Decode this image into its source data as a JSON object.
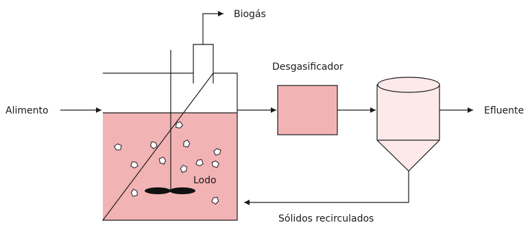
{
  "labels": {
    "feed": "Alimento",
    "biogas": "Biogás",
    "degasser": "Desgasificador",
    "effluent": "Efluente",
    "sludge": "Lodo",
    "recycle": "Sólidos recirculados"
  },
  "colors": {
    "liquid": "#f2b3b5",
    "clarifier": "#fde9ea",
    "line": "#1a1a1a",
    "paddle": "#111111"
  },
  "icons": {
    "sludge_particle": "sludge-particle-icon",
    "arrowhead": "arrowhead-icon"
  }
}
